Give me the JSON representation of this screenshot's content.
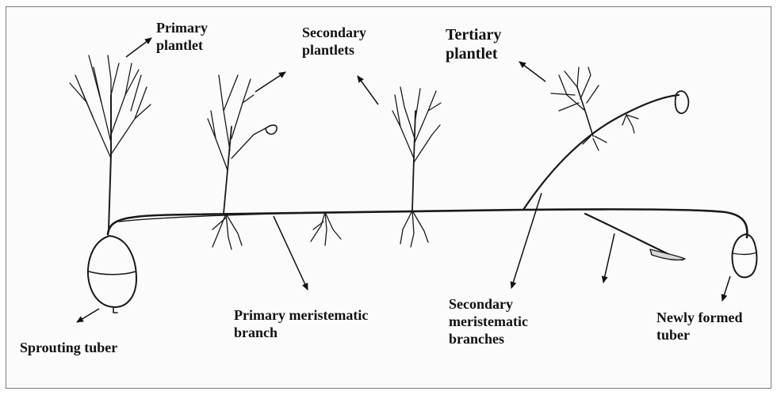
{
  "labels": {
    "primary_plantlet": [
      "Primary",
      "plantlet"
    ],
    "secondary_plantlets": [
      "Secondary",
      "plantlets"
    ],
    "tertiary_plantlet": [
      "Tertiary",
      "plantlet"
    ],
    "sprouting_tuber": "Sprouting tuber",
    "primary_meristematic_branch": [
      "Primary meristematic",
      "branch"
    ],
    "secondary_meristematic_branches": [
      "Secondary",
      "meristematic",
      "branches"
    ],
    "newly_formed_tuber": [
      "Newly formed",
      "tuber"
    ]
  },
  "colors": {
    "ink": "#1a1a1a",
    "frame": "#7a7a7a",
    "background": "#fbfbfb"
  }
}
